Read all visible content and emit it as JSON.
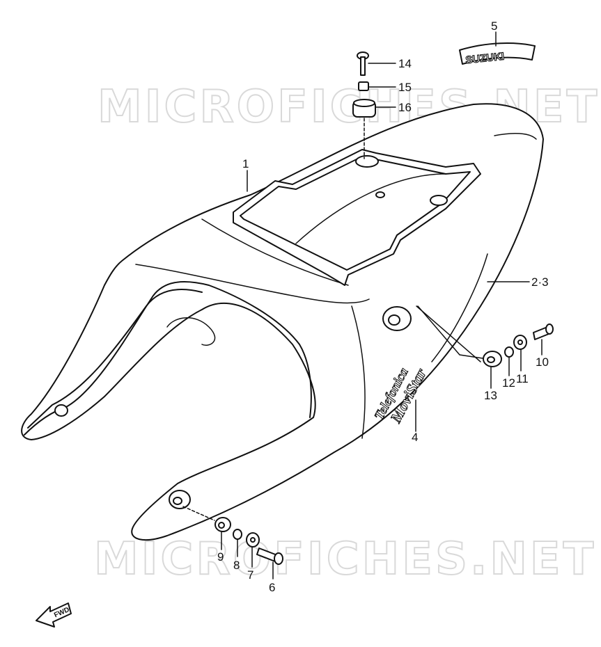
{
  "watermark": "MICROFICHES.NET",
  "emblem_text": "SUZUKI",
  "decal_line1": "Telefonica",
  "decal_line2": "MoviStar",
  "fwd_label": "FWD",
  "labels": {
    "p1": "1",
    "p23": "2·3",
    "p4": "4",
    "p5": "5",
    "p6": "6",
    "p7": "7",
    "p8": "8",
    "p9": "9",
    "p10": "10",
    "p11": "11",
    "p12": "12",
    "p13": "13",
    "p14": "14",
    "p15": "15",
    "p16": "16"
  }
}
